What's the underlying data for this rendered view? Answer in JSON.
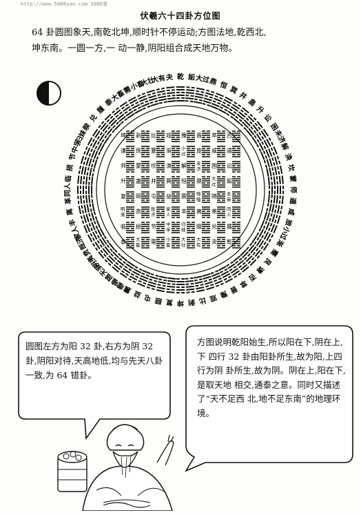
{
  "header": {
    "top_note": "http://www.5000yan.com 5000言",
    "title": "伏羲六十四卦方位图"
  },
  "intro": {
    "line1": "64 卦圆图象天,南乾北坤,顺时针不停运动;方图法地,乾西北,",
    "line2": "坤东南。一圆一方,一 动一静,阴阳组合成天地万物。"
  },
  "circle": {
    "top_labels": [
      "大有",
      "夬",
      "乾",
      "姤",
      "大过",
      "鼎",
      "恒",
      "巽"
    ],
    "ring_labels": [
      "坤",
      "复",
      "颐",
      "屯",
      "益",
      "震",
      "噬嗑",
      "随",
      "无妄",
      "明夷",
      "贲",
      "既济",
      "家人",
      "丰",
      "离",
      "革",
      "同人",
      "临",
      "损",
      "节",
      "中孚",
      "归妹",
      "睽",
      "兑",
      "履",
      "泰",
      "大畜",
      "需",
      "小畜",
      "大壮",
      "大有",
      "夬",
      "乾",
      "姤",
      "大过",
      "鼎",
      "恒",
      "巽",
      "井",
      "蛊",
      "升",
      "讼",
      "困",
      "未济",
      "解",
      "涣",
      "坎",
      "蒙",
      "师",
      "遁",
      "咸",
      "旅",
      "小过",
      "渐",
      "蹇",
      "艮",
      "谦",
      "否",
      "萃",
      "晋",
      "豫",
      "观",
      "比",
      "剥"
    ]
  },
  "square": {
    "rows": [
      [
        "坤",
        "剥",
        "比",
        "观",
        "豫",
        "晋",
        "萃",
        "否"
      ],
      [
        "谦",
        "艮",
        "蹇",
        "渐",
        "小过",
        "旅",
        "咸",
        "遁"
      ],
      [
        "师",
        "蒙",
        "坎",
        "涣",
        "解",
        "未济",
        "困",
        "讼"
      ],
      [
        "升",
        "蛊",
        "井",
        "巽",
        "恒",
        "鼎",
        "大过",
        "姤"
      ],
      [
        "复",
        "颐",
        "屯",
        "益",
        "震",
        "噬嗑",
        "随",
        "无妄"
      ],
      [
        "明夷",
        "贲",
        "既济",
        "家人",
        "丰",
        "离",
        "革",
        "同人"
      ],
      [
        "临",
        "损",
        "节",
        "中孚",
        "归妹",
        "睽",
        "兑",
        "履"
      ],
      [
        "泰",
        "大畜",
        "需",
        "小畜",
        "大壮",
        "大有",
        "夬",
        "乾"
      ]
    ]
  },
  "left_bubble": {
    "text": "圆图左方为阳 32 卦,右方为阴 32 卦,阴阳对待,天高地低,均与先天八卦一致,为 64 错卦。"
  },
  "right_bubble": {
    "text": "方图说明乾阳始生,所以阳在下,阴在上,下 四行 32 卦由阳卦所生,故为阳,上四行为阴 卦所生,故为阴。阴在上,阳在下,是取天地 相交,通泰之意。同时又描述了“天不足西 北,地不足东南”的地理环境。"
  },
  "colors": {
    "ink": "#111111",
    "paper": "#fdfdfb"
  }
}
